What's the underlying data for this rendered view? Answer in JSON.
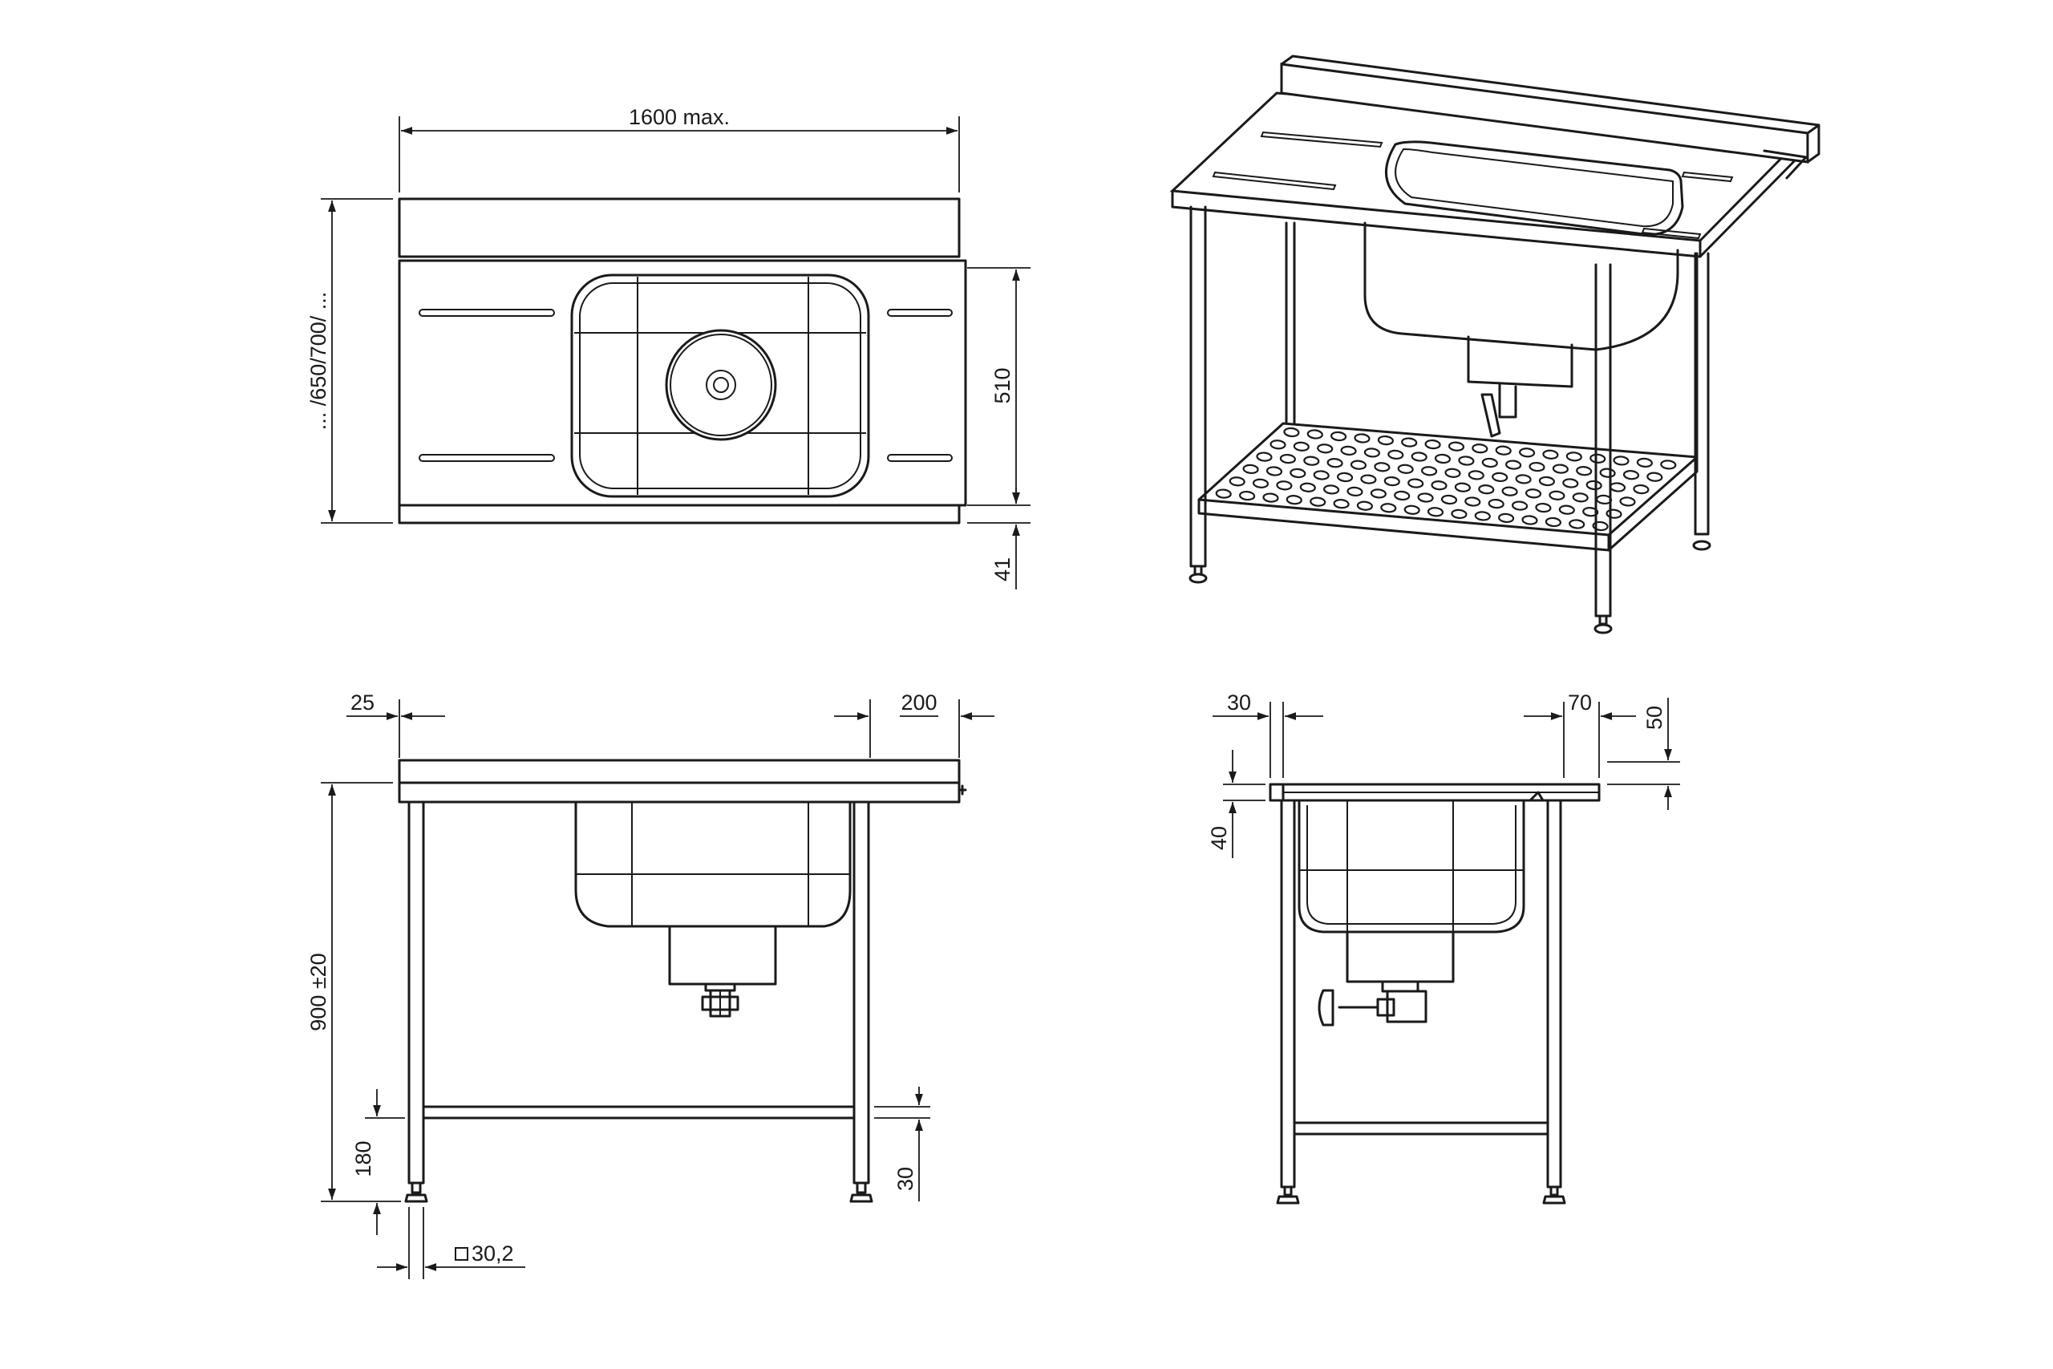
{
  "dimensions": {
    "top_width": "1600 max.",
    "top_depth": "... /650/700/ ...",
    "top_bowl": "510",
    "top_offset": "41",
    "front_left": "25",
    "front_right": "200",
    "front_height": "900 ±20",
    "front_shelf_height": "180",
    "front_shelf_thickness": "30",
    "front_leg_section": "30,2",
    "side_left": "30",
    "side_right": "70",
    "side_top": "50",
    "side_edge": "40"
  }
}
